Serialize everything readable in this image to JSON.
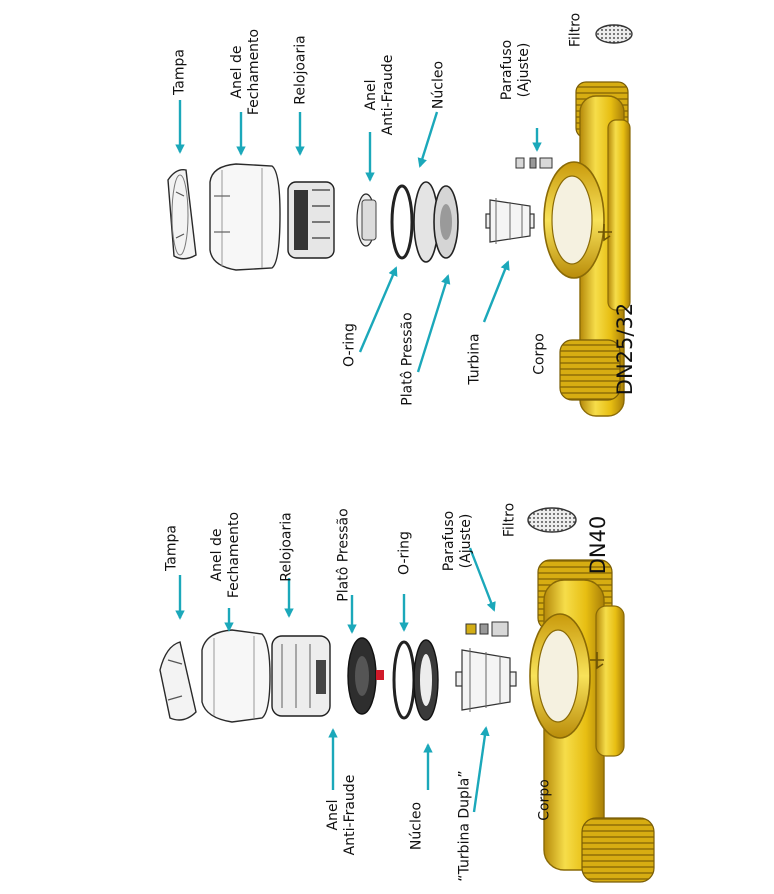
{
  "colors": {
    "arrow": "#1ba8ba",
    "brass_light": "#f6dd4a",
    "brass_mid": "#e7be12",
    "brass_dark": "#b5890a",
    "part_line": "#2a2a2a",
    "text": "#111111"
  },
  "dn25_32": {
    "title": "DN25/32",
    "labels": {
      "tampa": "Tampa",
      "anel_fechamento_1": "Anel de",
      "anel_fechamento_2": "Fechamento",
      "relojoaria": "Relojoaria",
      "anel_anti_fraude_1": "Anel",
      "anel_anti_fraude_2": "Anti-Fraude",
      "nucleo": "Núcleo",
      "parafuso_1": "Parafuso",
      "parafuso_2": "(Ajuste)",
      "filtro": "Filtro",
      "o_ring": "O-ring",
      "plato_pressao": "Platô Pressão",
      "turbina": "Turbina",
      "corpo": "Corpo"
    }
  },
  "dn40": {
    "title": "DN40",
    "labels": {
      "tampa": "Tampa",
      "anel_fechamento_1": "Anel de",
      "anel_fechamento_2": "Fechamento",
      "relojoaria": "Relojoaria",
      "plato_pressao": "Platô Pressão",
      "o_ring": "O-ring",
      "parafuso_1": "Parafuso",
      "parafuso_2": "(Ajuste)",
      "filtro": "Filtro",
      "anel_anti_fraude_1": "Anel",
      "anel_anti_fraude_2": "Anti-Fraude",
      "nucleo": "Núcleo",
      "turbina_dupla": "“Turbina Dupla”",
      "corpo": "Corpo"
    }
  }
}
